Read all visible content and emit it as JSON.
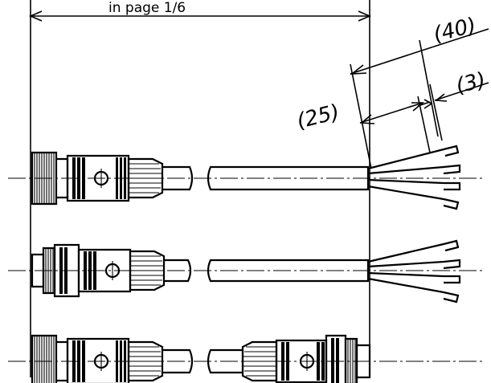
{
  "dimensions": {
    "top_label": "in page 1/6",
    "dim_40": "(40)",
    "dim_3": "(3)",
    "dim_25": "(25)"
  },
  "views": [
    {
      "name": "female-connector-open-wires"
    },
    {
      "name": "male-connector-open-wires"
    },
    {
      "name": "female-to-male-extension-cable"
    }
  ]
}
